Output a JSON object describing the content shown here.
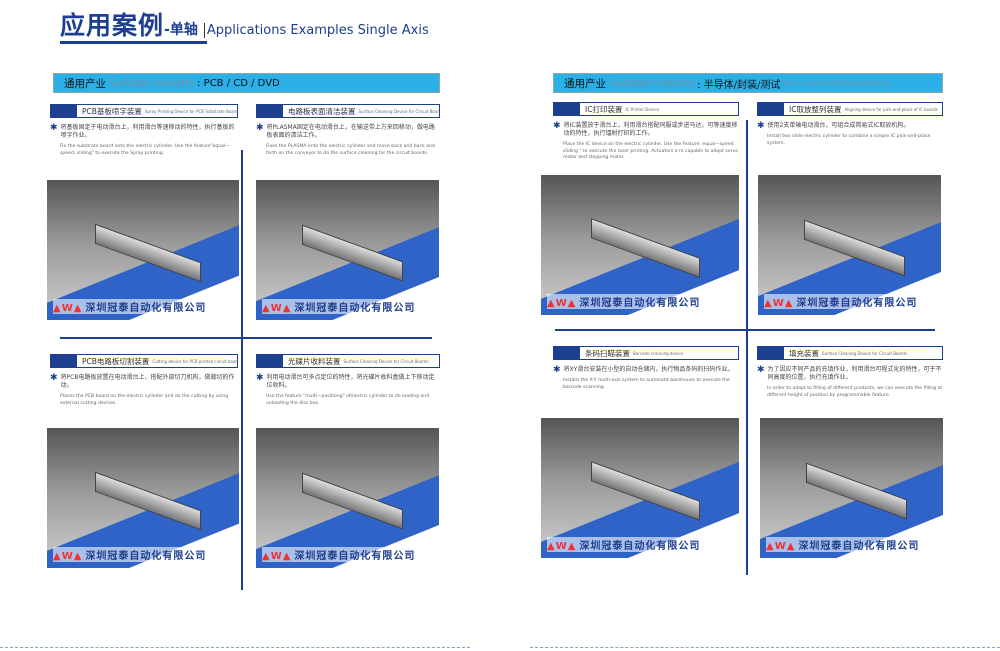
{
  "header": {
    "title": "应用案例",
    "subtitle": "-单轴",
    "title_en": "Applications Examples Single Axis"
  },
  "pages": [
    {
      "banner": {
        "cn": "通用产业",
        "en": "Suitable Industry",
        "val": ": PCB / CD / DVD",
        "val_en": ""
      },
      "panels": [
        {
          "title": "PCB基板喷字装置",
          "title_en": "Spray Printing Device for PCB Substrate Boards",
          "desc_cn": "将基板固定于电动滑台上，利用滑台等速移动的特性，执行基板的喷字作业。",
          "desc_en": "Fix the substrate board onto the electric cylinder. Use the feature\"equal—speed, sliding\" to execute the Spray printing.",
          "logo": "深圳冠泰自动化有限公司"
        },
        {
          "title": "电路板表面清洁装置",
          "title_en": "Surface Cleaning Device for Circuit Boards",
          "desc_cn": "将PLASMA固定在电动滑台上，在输送带上方来回移动，做电路板表面的清洁工作。",
          "desc_en": "Fixes the PLASMA onto the electric cylinder and move back and back and forth on the conveyor to do the surface cleaning for the circuit boards.",
          "logo": "深圳冠泰自动化有限公司"
        },
        {
          "title": "PCB电路板切割装置",
          "title_en": "Cutting device for PCB printed circuit board",
          "desc_cn": "将PCB电路板放置在电动滑台上，搭配外部切刀机构，做裁切的作动。",
          "desc_en": "Places the PCB board on the electric cylinder and do the cutting by using external cutting devices.",
          "logo": "深圳冠泰自动化有限公司"
        },
        {
          "title": "光碟片收料装置",
          "title_en": "Surface Cleaning Device for Circuit Boards",
          "desc_cn": "利用电动滑台可多点定位的特性，将光碟片收料盒做上下移动定位收料。",
          "desc_en": "Use the feature \"multi—positiong\" ofelectric cylinder to do loading and unloading the disc box.",
          "logo": "深圳冠泰自动化有限公司"
        }
      ]
    },
    {
      "banner": {
        "cn": "通用产业",
        "en": "Suitable Industry",
        "val": ": 半导体/封装/测试",
        "val_en": "Semi—conductor/Packaging/Testing"
      },
      "panels": [
        {
          "title": "IC打印装置",
          "title_en": "IC Printer Device",
          "desc_cn": "将IC装置放于滑台上，利用滑台搭配伺服或步进马达，可等速度移动的特性，执行镭射打印的工作。",
          "desc_en": "Place the IC device on the electric cylinder. Use the feature: equal—speed sliding \" to execute the laser printing. Actuators a re capable to adapt servo motor and stepping motor.",
          "logo": "深圳冠泰自动化有限公司"
        },
        {
          "title": "IC取放整列装置",
          "title_en": "Aligning device for pick-and-place of IC boards",
          "desc_cn": "使用2支单轴电动滑台，可组合成简易式IC取放机构。",
          "desc_en": "Install two slide electric cylinder to combine a simple IC pick-and-place system.",
          "logo": "深圳冠泰自动化有限公司"
        },
        {
          "title": "条码扫瞄装置",
          "title_en": "Barcode scanning device",
          "desc_cn": "将XY滑台安装在小型的自动仓储内，执行物品条码的扫码作业。",
          "desc_en": "Installs the X-Y multi-axis system to automatd warehouse to execute the barcode scanning.",
          "logo": "深圳冠泰自动化有限公司"
        },
        {
          "title": "填充装置",
          "title_en": "Surface Cleaning Device for Circuit Boards",
          "desc_cn": "为了因应不同产品的充填作业，利用滑台可程式化的特性，可于不同高度的位置，执行充填作业。",
          "desc_en": "In order to adapt to filling of different products, we can execute the filling at different height of position by programmable feature.",
          "logo": "深圳冠泰自动化有限公司"
        }
      ]
    }
  ]
}
